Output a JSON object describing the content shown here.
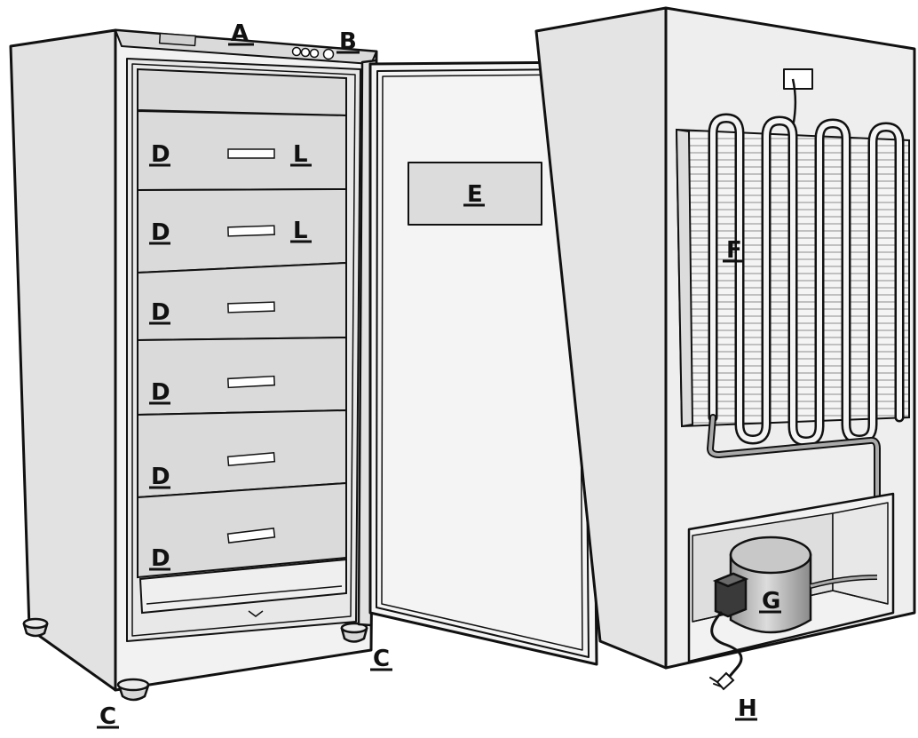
{
  "diagram": {
    "callouts": {
      "a": "A",
      "b": "B",
      "c_front": "C",
      "c_right": "C",
      "d1": "D",
      "d2": "D",
      "d3": "D",
      "d4": "D",
      "d5": "D",
      "d6": "D",
      "e": "E",
      "f": "F",
      "g": "G",
      "h": "H",
      "l1": "L",
      "l2": "L"
    }
  },
  "colors": {
    "outline": "#111111",
    "panel_light": "#f2f2f2",
    "panel_mid": "#e2e2e2",
    "panel_dark": "#cfcfcf",
    "background": "#ffffff"
  }
}
